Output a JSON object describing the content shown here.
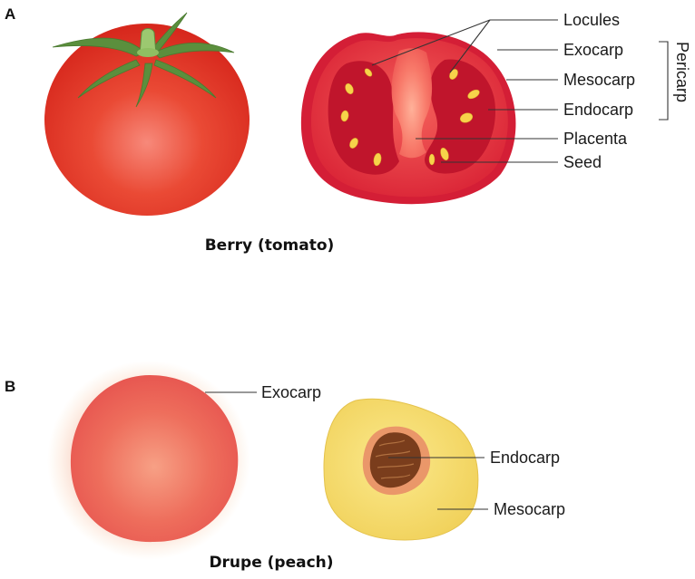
{
  "panel_a": {
    "letter": "A",
    "caption": "Berry (tomato)",
    "labels": {
      "locules": "Locules",
      "exocarp": "Exocarp",
      "mesocarp": "Mesocarp",
      "endocarp": "Endocarp",
      "placenta": "Placenta",
      "seed": "Seed",
      "pericarp": "Pericarp"
    }
  },
  "panel_b": {
    "letter": "B",
    "caption": "Drupe (peach)",
    "labels": {
      "exocarp": "Exocarp",
      "endocarp": "Endocarp",
      "mesocarp": "Mesocarp"
    }
  },
  "colors": {
    "tomato_red": "#e0302a",
    "tomato_inner": "#f0605a",
    "stem_green": "#5a8f3c",
    "peach_skin": "#ee6a5a",
    "peach_flesh": "#f3d86a",
    "pit_brown": "#7a3d1c"
  }
}
